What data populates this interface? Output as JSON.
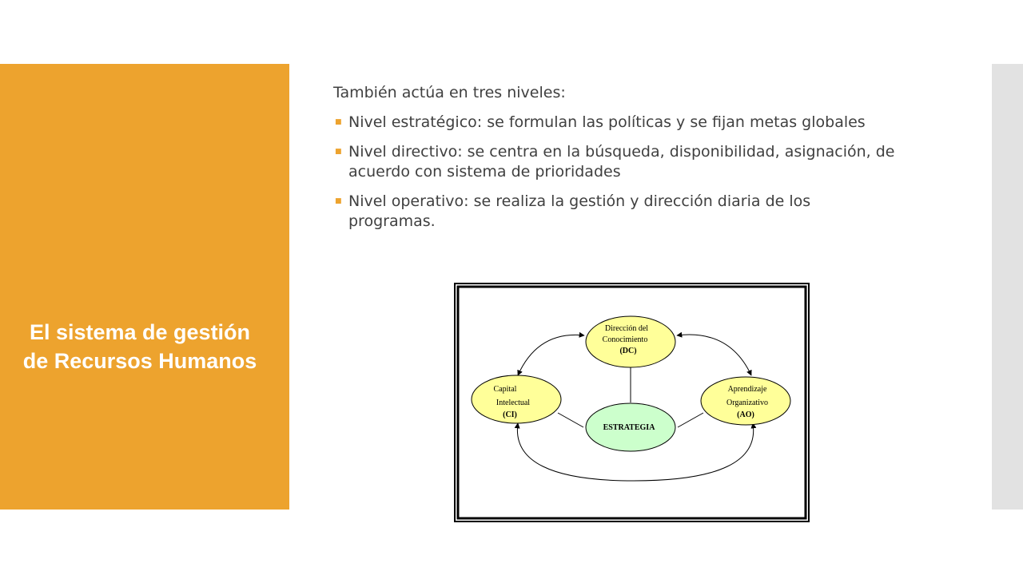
{
  "slide": {
    "title_line1": "El sistema de gestión",
    "title_line2": "de Recursos Humanos",
    "intro": "También actúa en tres niveles:",
    "bullets": [
      "Nivel estratégico: se formulan las políticas y se fijan metas globales",
      "Nivel directivo: se centra en la búsqueda, disponibilidad, asignación, de acuerdo con sistema de prioridades",
      "Nivel operativo: se realiza la gestión y dirección diaria de los programas."
    ]
  },
  "diagram": {
    "top_node": {
      "line1": "Dirección del",
      "line2": "Conocimiento",
      "line3": "(DC)"
    },
    "left_node": {
      "line1": "Capital",
      "line2": "Intelectual",
      "line3": "(CI)"
    },
    "right_node": {
      "line1": "Aprendizaje",
      "line2": "Organizativo",
      "line3": "(AO)"
    },
    "center_node": {
      "label": "ESTRATEGIA"
    },
    "colors": {
      "outer_nodes": "#ffff99",
      "center_node": "#ccffcc"
    }
  }
}
